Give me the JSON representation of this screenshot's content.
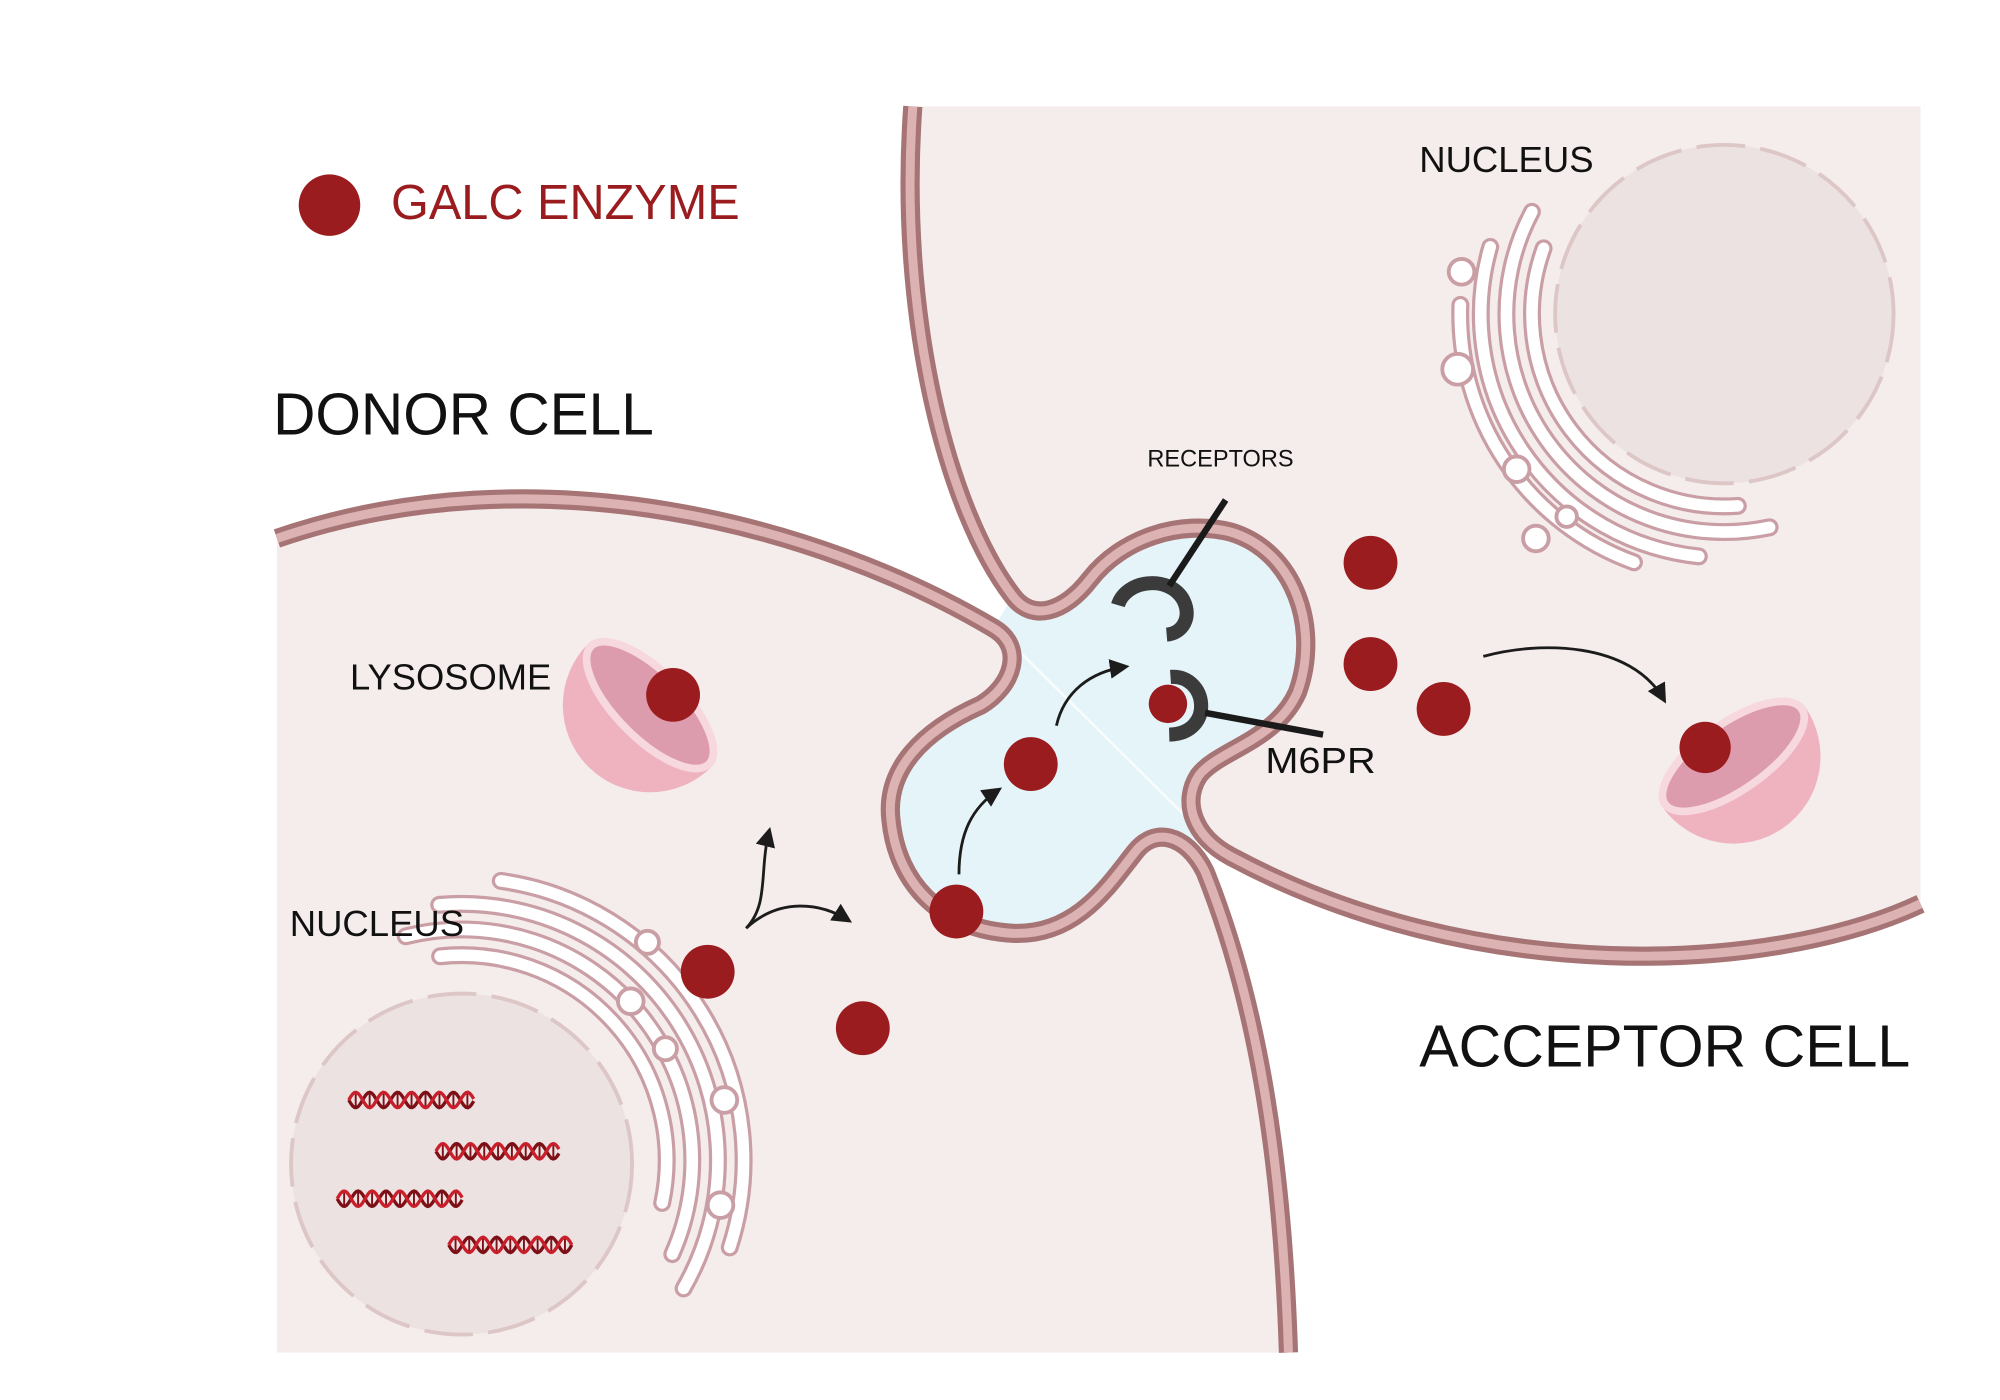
{
  "legend": {
    "label": "GALC ENZYME"
  },
  "cells": {
    "donor": "DONOR CELL",
    "acceptor": "ACCEPTOR CELL"
  },
  "labels": {
    "lysosome": "LYSOSOME",
    "donor_nucleus": "NUCLEUS",
    "acceptor_nucleus": "NUCLEUS",
    "receptors": "RECEPTORS",
    "m6pr": "M6PR"
  },
  "colors": {
    "enzyme": "#9b1c1f",
    "cell_fill": "#f5ecec",
    "junction_fill": "#e5f4f8",
    "membrane_outer": "#a67474",
    "membrane_inner": "#dcb2b2",
    "lysosome": "#efb3c0",
    "dna_strand_dark": "#7d1016",
    "dna_strand_light": "#c81f2a"
  }
}
